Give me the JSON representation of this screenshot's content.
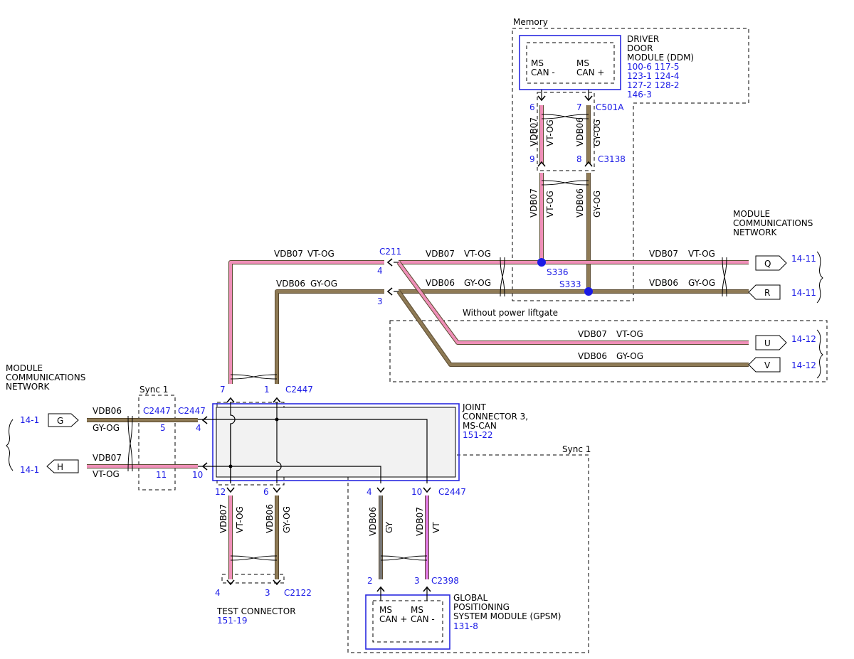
{
  "colors": {
    "vt_og": "#ef8fb8",
    "gy_og": "#8e7a55",
    "gy": "#777777",
    "vt": "#e27be6",
    "splice": "#1a1ae6",
    "ref_text": "#1a1ae6",
    "box_outline": "#2a2adf"
  },
  "wire": {
    "vdb07": "VDB07",
    "vdb06": "VDB06",
    "vt_og": "VT-OG",
    "gy_og": "GY-OG",
    "gy": "GY",
    "vt": "VT"
  },
  "regions": {
    "memory": "Memory",
    "without_liftgate": "Without power liftgate",
    "sync1_left": "Sync 1",
    "sync1_bottom": "Sync 1"
  },
  "ddm": {
    "name_lines": [
      "DRIVER",
      "DOOR",
      "MODULE (DDM)"
    ],
    "refs": [
      "100-6  117-5",
      "123-1  124-4",
      "127-2  128-2",
      "146-3"
    ],
    "pin_minus": [
      "MS",
      "CAN -"
    ],
    "pin_plus": [
      "MS",
      "CAN +"
    ]
  },
  "gpsm": {
    "name_lines": [
      "GLOBAL",
      "POSITIONING",
      "SYSTEM MODULE (GPSM)"
    ],
    "ref": "131-8",
    "pin_plus": [
      "MS",
      "CAN +"
    ],
    "pin_minus": [
      "MS",
      "CAN -"
    ]
  },
  "joint": {
    "name_lines": [
      "JOINT",
      "CONNECTOR 3,",
      "MS-CAN"
    ],
    "ref": "151-22"
  },
  "test_connector": {
    "name": "TEST CONNECTOR",
    "ref": "151-19"
  },
  "network_right": [
    "MODULE",
    "COMMUNICATIONS",
    "NETWORK"
  ],
  "network_left": [
    "MODULE",
    "COMMUNICATIONS",
    "NETWORK"
  ],
  "connectors": {
    "c501a": "C501A",
    "c3138": "C3138",
    "c211": "C211",
    "s336": "S336",
    "s333": "S333",
    "c2447_top": "C2447",
    "c2447_sync": "C2447",
    "c2447_side": "C2447",
    "c2447_bottom": "C2447",
    "c2122": "C2122",
    "c2398": "C2398"
  },
  "pins": {
    "c501a_6": "6",
    "c501a_7": "7",
    "c3138_9": "9",
    "c3138_8": "8",
    "c211_4": "4",
    "c211_3": "3",
    "c2447_7": "7",
    "c2447_1": "1",
    "c2447_4": "4",
    "c2447_10": "10",
    "sync_5": "5",
    "sync_11": "11",
    "c2447_12": "12",
    "c2447_6": "6",
    "c2447_b4": "4",
    "c2447_b10": "10",
    "c2122_4": "4",
    "c2122_3": "3",
    "c2398_2": "2",
    "c2398_3": "3"
  },
  "offpage": {
    "q": {
      "letter": "Q",
      "ref": "14-11"
    },
    "r": {
      "letter": "R",
      "ref": "14-11"
    },
    "u": {
      "letter": "U",
      "ref": "14-12"
    },
    "v": {
      "letter": "V",
      "ref": "14-12"
    },
    "g": {
      "letter": "G",
      "ref": "14-1"
    },
    "h": {
      "letter": "H",
      "ref": "14-1"
    }
  }
}
